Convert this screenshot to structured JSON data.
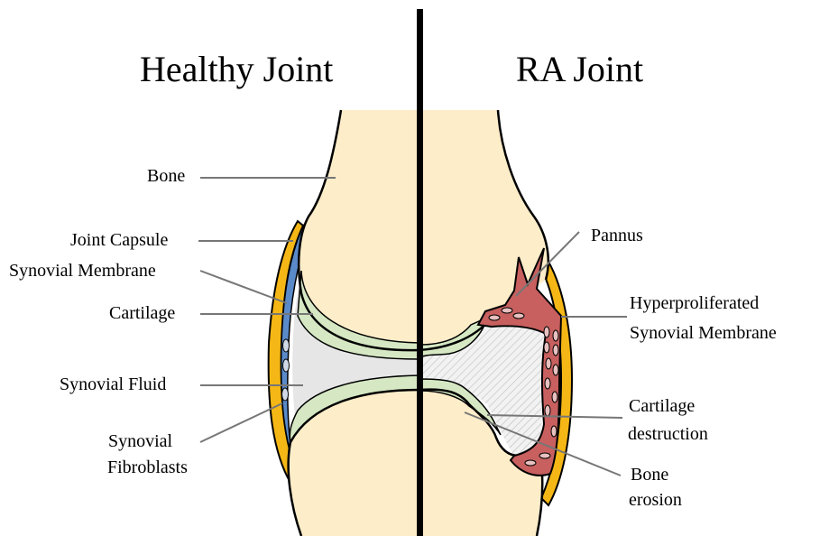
{
  "titles": {
    "left": "Healthy Joint",
    "right": "RA Joint"
  },
  "labels": {
    "bone": "Bone",
    "joint_capsule": "Joint Capsule",
    "synovial_membrane": "Synovial Membrane",
    "cartilage": "Cartilage",
    "synovial_fluid": "Synovial Fluid",
    "synovial_fibroblasts_1": "Synovial",
    "synovial_fibroblasts_2": "Fibroblasts",
    "pannus": "Pannus",
    "hyperproliferated_1": "Hyperproliferated",
    "hyperproliferated_2": "Synovial Membrane",
    "cartilage_destruction_1": "Cartilage",
    "cartilage_destruction_2": "destruction",
    "bone_erosion_1": "Bone",
    "bone_erosion_2": "erosion"
  },
  "colors": {
    "bone": "#fdedc9",
    "cartilage": "#d5e8c3",
    "synovial_fluid": "#e6e6e6",
    "synovial_membrane": "#5b8ac9",
    "joint_capsule": "#f5b716",
    "pannus": "#c7605f",
    "divider": "#000000"
  }
}
